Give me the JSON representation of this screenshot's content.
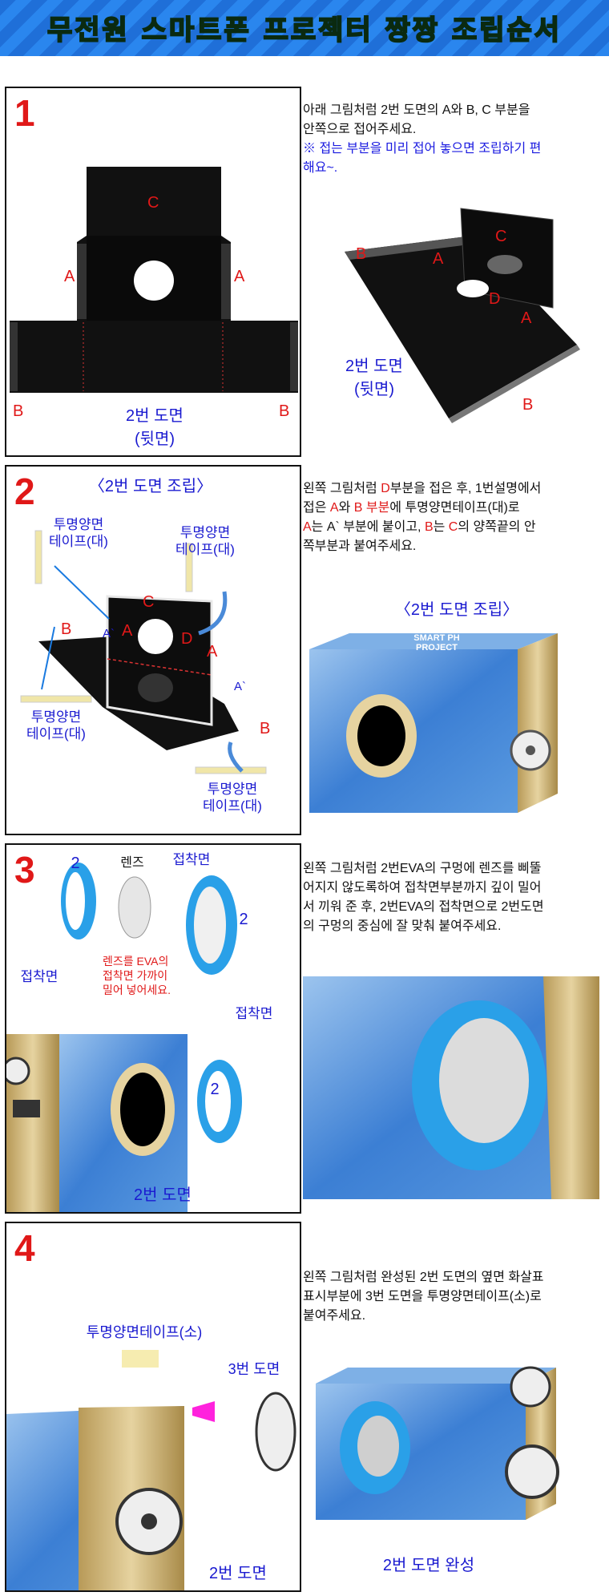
{
  "header": {
    "title": "무전원 스마트폰 프로젝터 짱짱 조립순서"
  },
  "step1": {
    "number": "1",
    "text_line1": "아래 그림처럼 2번 도면의 A와 B, C 부분을",
    "text_line2": "안쪽으로 접어주세요.",
    "note_line1": "※ 접는 부분을 미리 접어 놓으면 조립하기 편",
    "note_line2": "해요~.",
    "label_a": "A",
    "label_b": "B",
    "label_c": "C",
    "label_d": "D",
    "caption_line1": "2번 도면",
    "caption_line2": "(뒷면)"
  },
  "step2": {
    "number": "2",
    "heading": "〈2번 도면 조립〉",
    "text_line1_a": "왼쪽 그림처럼 ",
    "text_line1_d": "D",
    "text_line1_b": "부분을 접은 후, 1번설명에서",
    "text_line2_a": "접은 ",
    "text_line2_A": "A",
    "text_line2_b": "와 ",
    "text_line2_B": "B 부분",
    "text_line2_c": "에 투명양면테이프(대)로",
    "text_line3_A": "A",
    "text_line3_a": "는 A` 부분에 붙이고, ",
    "text_line3_B": "B",
    "text_line3_b": "는 ",
    "text_line3_C": "C",
    "text_line3_c": "의 양쪽끝의 안",
    "text_line4": "쪽부분과 붙여주세요.",
    "tape_label_line1": "투명양면",
    "tape_label_line2": "테이프(대)",
    "label_a_prime": "A`",
    "box_caption": "〈2번 도면 조립〉",
    "box_print_line1": "SMART PH",
    "box_print_line2": "PROJECT"
  },
  "step3": {
    "number": "3",
    "text_line1": "왼쪽 그림처럼 2번EVA의 구멍에 렌즈를  삐뚤",
    "text_line2": "어지지 않도록하여 접착면부분까지 깊이 밀어",
    "text_line3": "서 끼워 준 후, 2번EVA의 접착면으로 2번도면",
    "text_line4": "의 구멍의 중심에 잘 맞춰 붙여주세요.",
    "lens_label": "렌즈",
    "adhesive_label": "접착면",
    "ring_number": "2",
    "red_note_line1": "렌즈를 EVA의",
    "red_note_line2": "접착면 가까이",
    "red_note_line3": "밀어 넣어세요.",
    "caption": "2번 도면"
  },
  "step4": {
    "number": "4",
    "text_line1": "왼쪽 그림처럼 완성된 2번 도면의 옆면 화살표",
    "text_line2": "표시부분에 3번 도면을 투명양면테이프(소)로",
    "text_line3": "붙여주세요.",
    "tape_label": "투명양면테이프(소)",
    "sheet3_label": "3번 도면",
    "caption_left": "2번 도면",
    "caption_right": "2번 도면 완성"
  },
  "colors": {
    "accent_red": "#e01818",
    "label_blue": "#1a1ad0",
    "banner_green": "#6cf03a",
    "banner_blue": "#1f6fd8",
    "eva_blue": "#2aa0e8",
    "box_blue": "#4a8ed8",
    "gold": "#c8a55a"
  }
}
